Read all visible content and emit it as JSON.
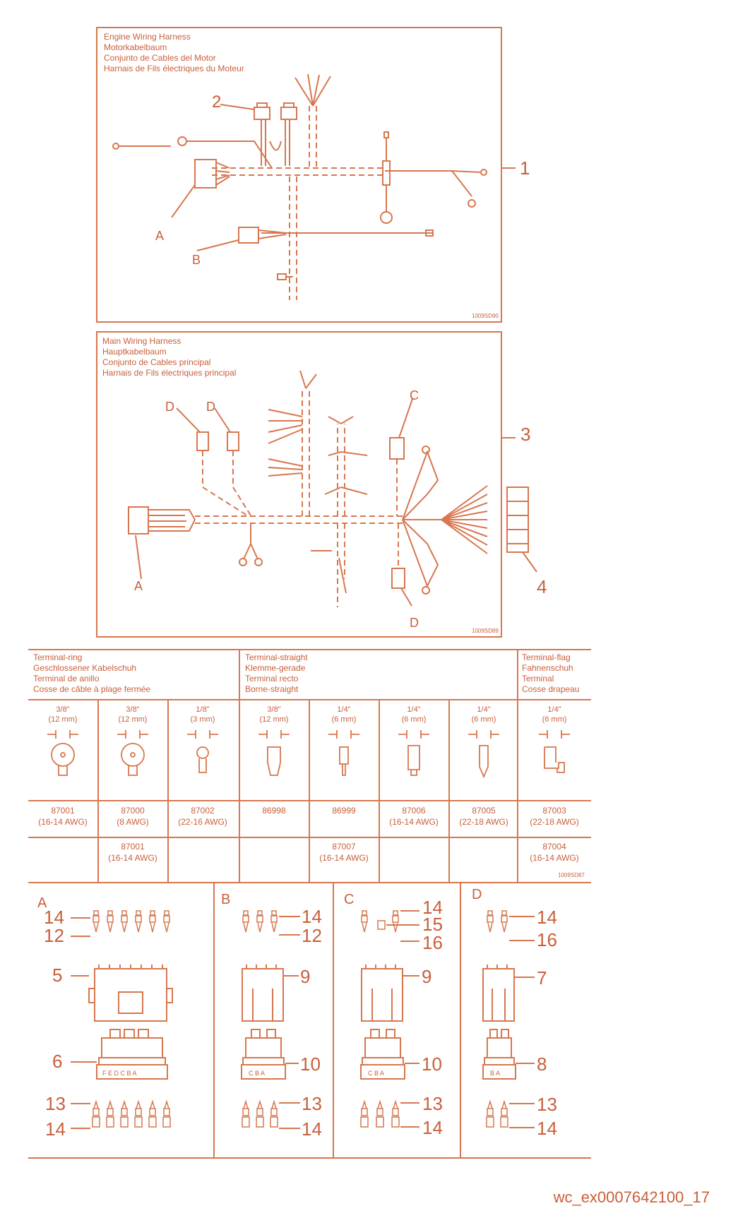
{
  "colors": {
    "ink": "#c95f3a",
    "stroke": "#d7774f",
    "background": "#ffffff"
  },
  "engine_panel": {
    "titles": [
      "Engine  Wiring  Harness",
      "Motorkabelbaum",
      "Conjunto de Cables del Motor",
      "Harnais de Fils électriques du Moteur"
    ],
    "callouts": {
      "c2": "2",
      "cA": "A",
      "cB": "B"
    },
    "side_number": "1",
    "code": "1009SD90"
  },
  "main_panel": {
    "titles": [
      "Main Wiring  Harness",
      "Hauptkabelbaum",
      "Conjunto de Cables principal",
      "Harnais de Fils électriques principal"
    ],
    "callouts": {
      "cD1": "D",
      "cD2": "D",
      "cC": "C",
      "cA": "A",
      "cD3": "D"
    },
    "side_number_3": "3",
    "side_number_4": "4",
    "code": "1009SD89"
  },
  "terminal_table": {
    "groups": [
      {
        "lines": [
          "Terminal-ring",
          "Geschlossener Kabelschuh",
          "Terminal de anillo",
          "Cosse de câble à plage fermée"
        ]
      },
      {
        "lines": [
          "Terminal-straight",
          "Klemme-gerade",
          "Terminal recto",
          "Borne-straight"
        ]
      },
      {
        "lines": [
          "Terminal-flag",
          "Fahnenschuh",
          "Terminal",
          "Cosse drapeau"
        ]
      }
    ],
    "columns": [
      {
        "size": "3/8\"",
        "metric": "(12 mm)",
        "part1": "87001",
        "awg1": "(16-14 AWG)",
        "part2": "",
        "awg2": ""
      },
      {
        "size": "3/8\"",
        "metric": "(12 mm)",
        "part1": "87000",
        "awg1": "(8 AWG)",
        "part2": "87001",
        "awg2": "(16-14 AWG)"
      },
      {
        "size": "1/8\"",
        "metric": "(3 mm)",
        "part1": "87002",
        "awg1": "(22-16 AWG)",
        "part2": "",
        "awg2": ""
      },
      {
        "size": "3/8\"",
        "metric": "(12 mm)",
        "part1": "86998",
        "awg1": "",
        "part2": "",
        "awg2": ""
      },
      {
        "size": "1/4\"",
        "metric": "(6 mm)",
        "part1": "86999",
        "awg1": "",
        "part2": "87007",
        "awg2": "(16-14 AWG)"
      },
      {
        "size": "1/4\"",
        "metric": "(6 mm)",
        "part1": "87006",
        "awg1": "(16-14 AWG)",
        "part2": "",
        "awg2": ""
      },
      {
        "size": "1/4\"",
        "metric": "(6 mm)",
        "part1": "87005",
        "awg1": "(22-18 AWG)",
        "part2": "",
        "awg2": ""
      },
      {
        "size": "1/4\"",
        "metric": "(6 mm)",
        "part1": "87003",
        "awg1": "(22-18 AWG)",
        "part2": "87004",
        "awg2": "(16-14 AWG)"
      }
    ],
    "code": "1009SD87"
  },
  "connectors": {
    "A": {
      "letter": "A",
      "l14a": "14",
      "l12": "12",
      "l5": "5",
      "l6": "6",
      "pins": "F E D C B A",
      "l13": "13",
      "l14b": "14"
    },
    "B": {
      "letter": "B",
      "l14a": "14",
      "l12": "12",
      "l9": "9",
      "l10": "10",
      "pins": "C B A",
      "l13": "13",
      "l14b": "14"
    },
    "C": {
      "letter": "C",
      "l14a": "14",
      "l15": "15",
      "l16": "16",
      "l9": "9",
      "l10": "10",
      "pins": "C B A",
      "l13": "13",
      "l14b": "14"
    },
    "D": {
      "letter": "D",
      "l14a": "14",
      "l16": "16",
      "l7": "7",
      "l8": "8",
      "pins": "B A",
      "l13": "13",
      "l14b": "14"
    }
  },
  "footer_id": "wc_ex0007642100_17"
}
